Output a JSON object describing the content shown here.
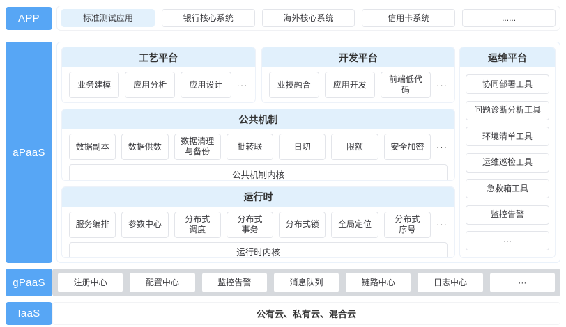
{
  "colors": {
    "accent_blue": "#57A6F5",
    "section_header_blue": "#E1F0FC",
    "highlighted_chip_blue": "#E3F1FC",
    "gpaas_strip_gray": "#D6D9DD"
  },
  "layers": {
    "app": {
      "label": "APP",
      "items": [
        {
          "text": "标准测试应用",
          "highlighted": true
        },
        {
          "text": "银行核心系统"
        },
        {
          "text": "海外核心系统"
        },
        {
          "text": "信用卡系统"
        },
        {
          "text": "......"
        }
      ]
    },
    "apaas": {
      "label": "aPaaS",
      "sections": {
        "process_platform": {
          "title": "工艺平台",
          "items": [
            {
              "text": "业务建模"
            },
            {
              "text": "应用分析"
            },
            {
              "text": "应用设计"
            }
          ],
          "more": "···"
        },
        "dev_platform": {
          "title": "开发平台",
          "items": [
            {
              "text": "业技融合"
            },
            {
              "text": "应用开发"
            },
            {
              "text": "前端低代码"
            }
          ],
          "more": "···"
        },
        "common_mechanism": {
          "title": "公共机制",
          "items": [
            {
              "text": "数据副本"
            },
            {
              "text": "数据供数"
            },
            {
              "text": "数据清理\n与备份"
            },
            {
              "text": "批转联"
            },
            {
              "text": "日切"
            },
            {
              "text": "限额"
            },
            {
              "text": "安全加密"
            }
          ],
          "more": "···",
          "kernel": "公共机制内核"
        },
        "runtime": {
          "title": "运行时",
          "items": [
            {
              "text": "服务编排"
            },
            {
              "text": "参数中心"
            },
            {
              "text": "分布式\n调度"
            },
            {
              "text": "分布式\n事务"
            },
            {
              "text": "分布式锁"
            },
            {
              "text": "全局定位"
            },
            {
              "text": "分布式\n序号"
            }
          ],
          "more": "···",
          "kernel": "运行时内核"
        },
        "ops_platform": {
          "title": "运维平台",
          "items": [
            {
              "text": "协同部署工具"
            },
            {
              "text": "问题诊断分析工具"
            },
            {
              "text": "环境清单工具"
            },
            {
              "text": "运维巡检工具"
            },
            {
              "text": "急救箱工具"
            },
            {
              "text": "监控告警"
            },
            {
              "text": "···"
            }
          ]
        }
      }
    },
    "gpaas": {
      "label": "gPaaS",
      "items": [
        {
          "text": "注册中心"
        },
        {
          "text": "配置中心"
        },
        {
          "text": "监控告警"
        },
        {
          "text": "消息队列"
        },
        {
          "text": "链路中心"
        },
        {
          "text": "日志中心"
        },
        {
          "text": "···"
        }
      ]
    },
    "iaas": {
      "label": "IaaS",
      "text": "公有云、私有云、混合云"
    }
  }
}
